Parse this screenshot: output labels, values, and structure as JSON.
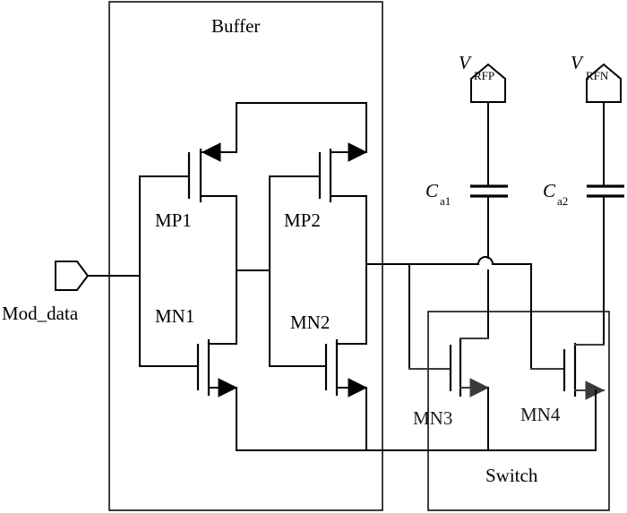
{
  "blocks": {
    "buffer": "Buffer",
    "switch": "Switch"
  },
  "input": {
    "label": "Mod_data"
  },
  "transistors": {
    "mp1": "MP1",
    "mp2": "MP2",
    "mn1": "MN1",
    "mn2": "MN2",
    "mn3": "MN3",
    "mn4": "MN4"
  },
  "supplies": {
    "vrfp_main": "V",
    "vrfp_sub": "RFP",
    "vrfn_main": "V",
    "vrfn_sub": "RFN"
  },
  "capacitors": {
    "ca1_main": "C",
    "ca1_sub": "a1",
    "ca2_main": "C",
    "ca2_sub": "a2"
  }
}
